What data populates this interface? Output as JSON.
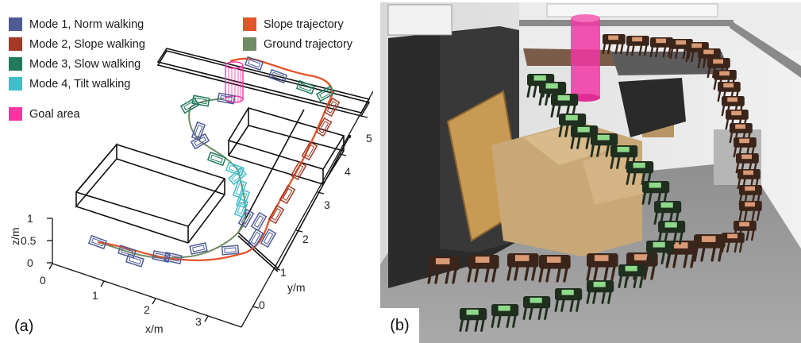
{
  "panel_a": {
    "label": "(a)",
    "legend_left": [
      {
        "label": "Mode 1, Norm walking",
        "color": "#4e5b95"
      },
      {
        "label": "Mode 2, Slope walking",
        "color": "#a23a26"
      },
      {
        "label": "Mode 3, Slow walking",
        "color": "#227a5c"
      },
      {
        "label": "Mode 4, Tilt walking",
        "color": "#41bcc8"
      },
      {
        "label": "Goal area",
        "color": "#f236a4"
      }
    ],
    "legend_right": [
      {
        "label": "Slope trajectory",
        "color": "#e4542a"
      },
      {
        "label": "Ground trajectory",
        "color": "#6f8c66"
      }
    ]
  },
  "panel_b": {
    "label": "(b)"
  },
  "chart_data": {
    "type": "line3d",
    "title": "",
    "xlabel": "x/m",
    "ylabel": "y/m",
    "zlabel": "z/m",
    "xlim": [
      0,
      3.5
    ],
    "ylim": [
      0,
      5.5
    ],
    "zlim": [
      0,
      1
    ],
    "x_ticks": [
      "0",
      "1",
      "2",
      "3"
    ],
    "y_ticks": [
      "0",
      "1",
      "2",
      "3",
      "4",
      "5"
    ],
    "z_ticks": [
      "0",
      "0.5",
      "1"
    ],
    "grid": false,
    "legend_placement": "top-left",
    "series": [
      {
        "name": "Slope trajectory",
        "color": "#e4542a"
      },
      {
        "name": "Ground trajectory",
        "color": "#6f8c66"
      }
    ],
    "modes": [
      {
        "name": "Mode 1, Norm walking",
        "color": "#4e5b95"
      },
      {
        "name": "Mode 2, Slope walking",
        "color": "#a23a26"
      },
      {
        "name": "Mode 3, Slow walking",
        "color": "#227a5c"
      },
      {
        "name": "Mode 4, Tilt walking",
        "color": "#41bcc8"
      }
    ],
    "goal": {
      "name": "Goal area",
      "color": "#f236a4"
    }
  }
}
